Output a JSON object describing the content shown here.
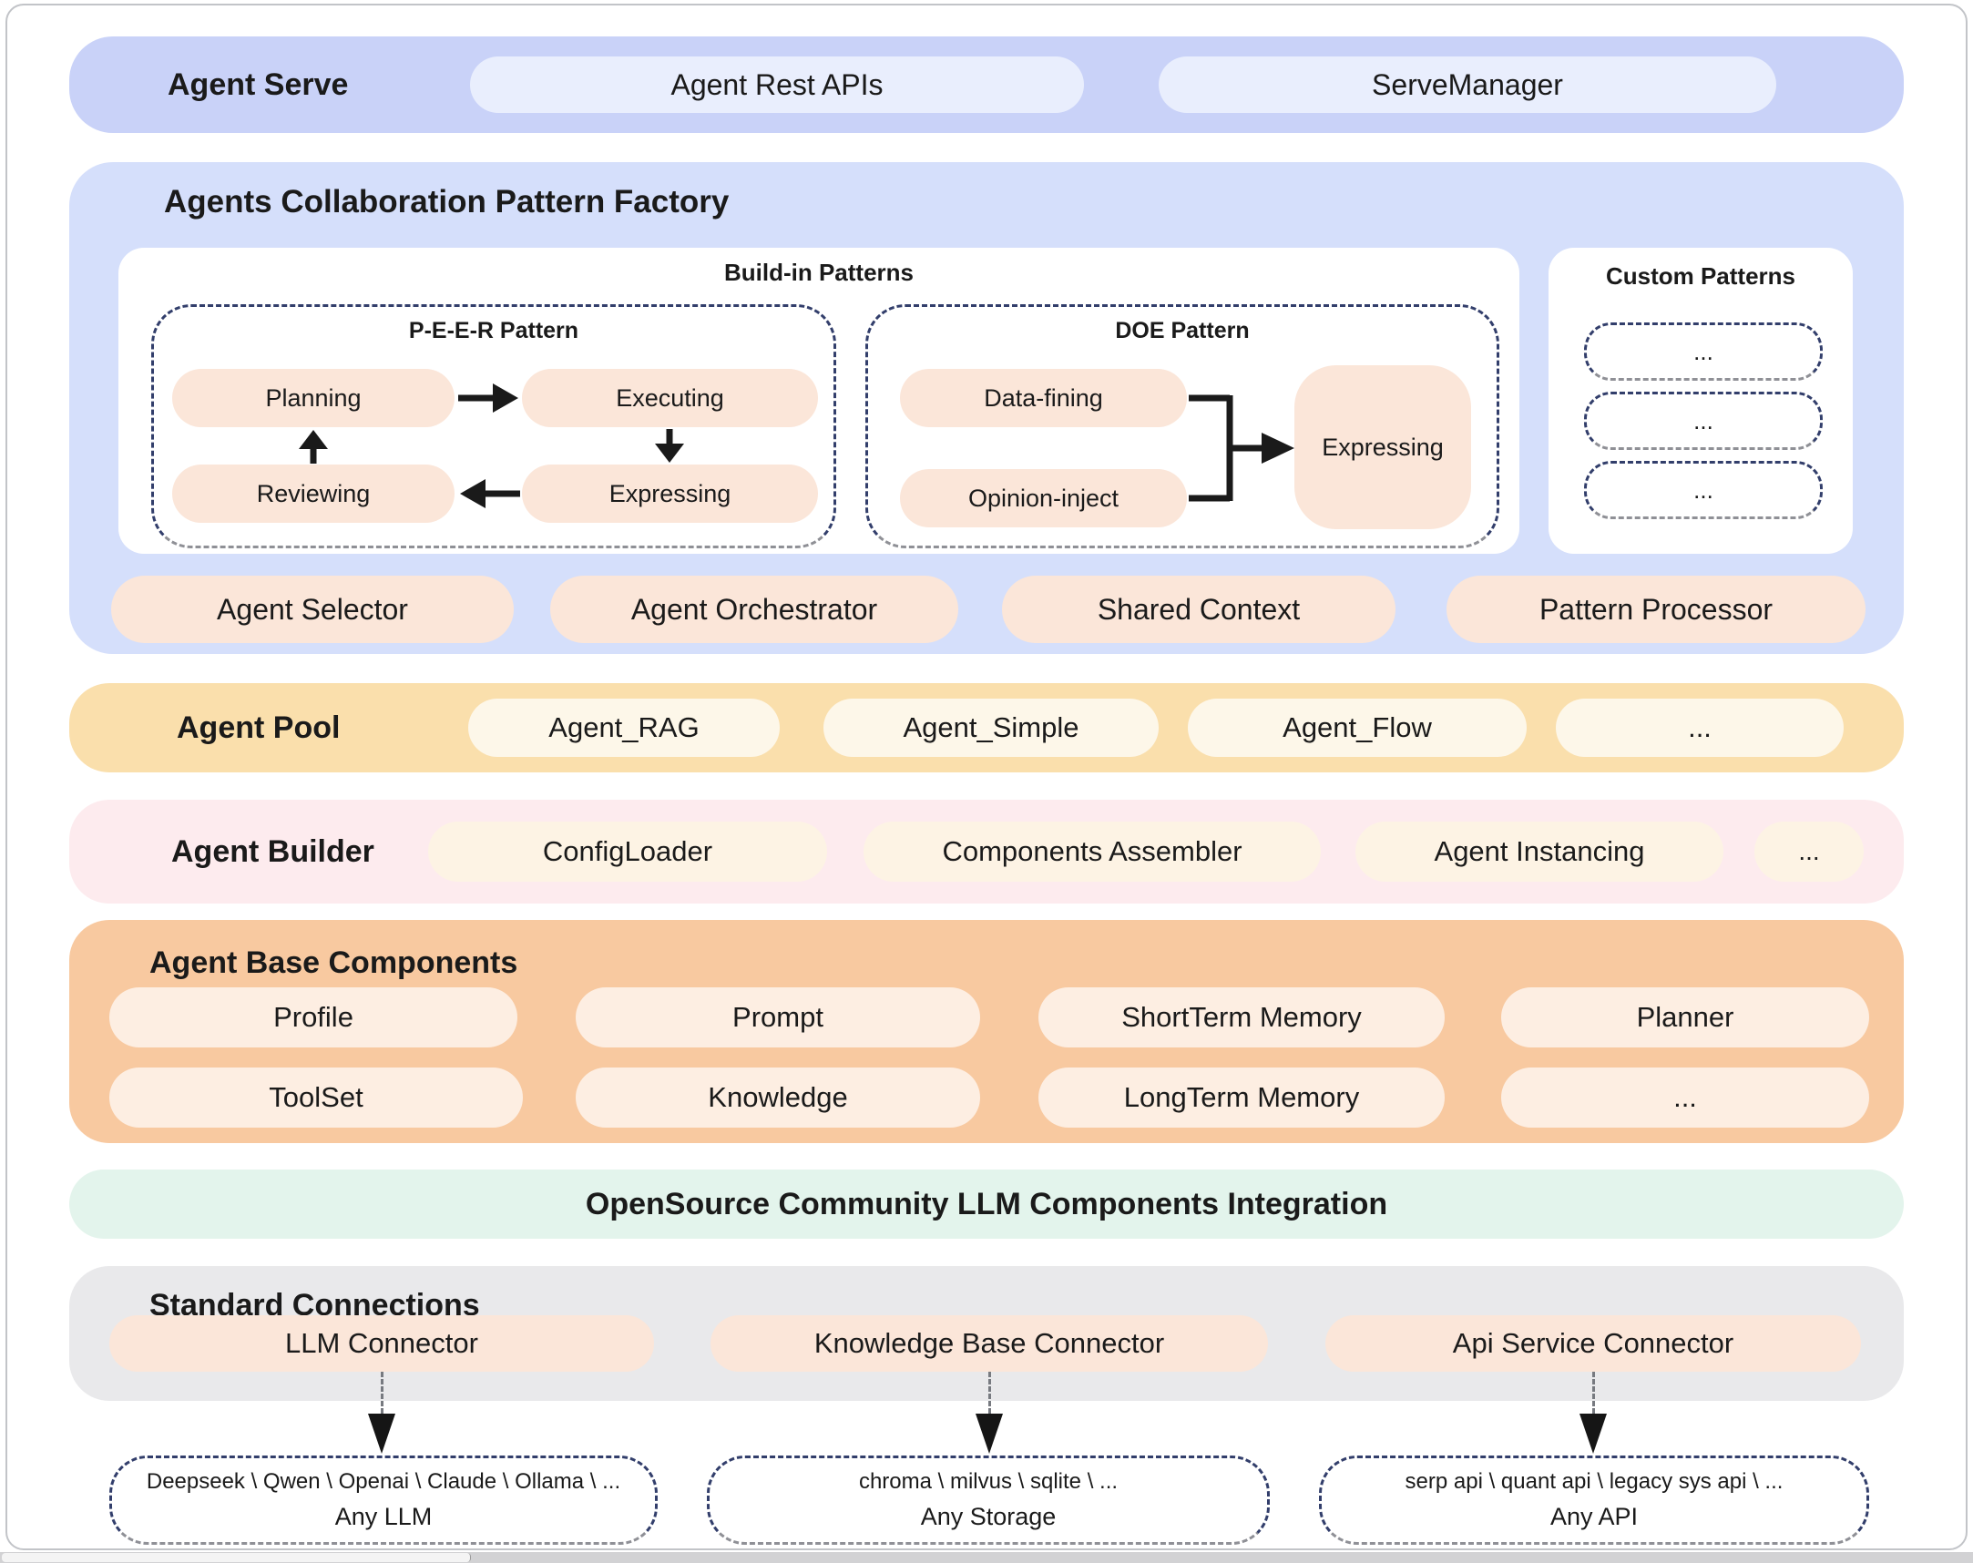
{
  "serve": {
    "title": "Agent Serve",
    "buttons": [
      {
        "label": "Agent Rest APIs"
      },
      {
        "label": "ServeManager"
      }
    ]
  },
  "factory": {
    "title": "Agents Collaboration Pattern Factory",
    "builtin": {
      "title": "Build-in Patterns",
      "peer": {
        "title": "P-E-E-R Pattern",
        "planning": "Planning",
        "executing": "Executing",
        "reviewing": "Reviewing",
        "expressing": "Expressing"
      },
      "doe": {
        "title": "DOE Pattern",
        "data_fining": "Data-fining",
        "opinion_inject": "Opinion-inject",
        "expressing": "Expressing"
      }
    },
    "custom": {
      "title": "Custom Patterns",
      "placeholders": [
        "...",
        "...",
        "..."
      ]
    },
    "buttons": [
      {
        "label": "Agent Selector"
      },
      {
        "label": "Agent Orchestrator"
      },
      {
        "label": "Shared Context"
      },
      {
        "label": "Pattern Processor"
      }
    ]
  },
  "pool": {
    "title": "Agent Pool",
    "buttons": [
      {
        "label": "Agent_RAG"
      },
      {
        "label": "Agent_Simple"
      },
      {
        "label": "Agent_Flow"
      },
      {
        "label": "..."
      }
    ]
  },
  "builder": {
    "title": "Agent Builder",
    "buttons": [
      {
        "label": "ConfigLoader"
      },
      {
        "label": "Components Assembler"
      },
      {
        "label": "Agent Instancing"
      },
      {
        "label": "..."
      }
    ]
  },
  "base_components": {
    "title": "Agent Base Components",
    "row1": [
      {
        "label": "Profile"
      },
      {
        "label": "Prompt"
      },
      {
        "label": "ShortTerm Memory"
      },
      {
        "label": "Planner"
      }
    ],
    "row2": [
      {
        "label": "ToolSet"
      },
      {
        "label": "Knowledge"
      },
      {
        "label": "LongTerm Memory"
      },
      {
        "label": "..."
      }
    ]
  },
  "opensource": {
    "title": "OpenSource Community LLM Components Integration"
  },
  "connections": {
    "title": "Standard Connections",
    "connectors": [
      {
        "label": "LLM Connector"
      },
      {
        "label": "Knowledge Base Connector"
      },
      {
        "label": "Api Service Connector"
      }
    ],
    "targets": [
      {
        "line1": "Deepseek \\ Qwen \\ Openai \\ Claude \\ Ollama \\ ...",
        "line2": "Any LLM"
      },
      {
        "line1": "chroma \\ milvus \\ sqlite \\ ...",
        "line2": "Any Storage"
      },
      {
        "line1": "serp api \\ quant api \\ legacy sys api \\  ...",
        "line2": "Any API"
      }
    ]
  },
  "colors": {
    "serve_band": "#c9d2f8",
    "serve_button": "#e9eefd",
    "factory_band": "#d5dffb",
    "panel_bg": "#ffffff",
    "peach": "#fbe6d9",
    "pool_band": "#fadfac",
    "pool_button": "#fdf7e9",
    "builder_band": "#fdebee",
    "builder_button": "#fdf3e4",
    "base_band": "#f8c9a0",
    "base_button": "#fdeee2",
    "opensource_band": "#e3f4ec",
    "standard_band": "#e9e9eb",
    "dash_navy": "#323e6b",
    "dash_gray": "#8f9096",
    "arrow": "#1a1a1a",
    "text": "#1a1a1a"
  }
}
